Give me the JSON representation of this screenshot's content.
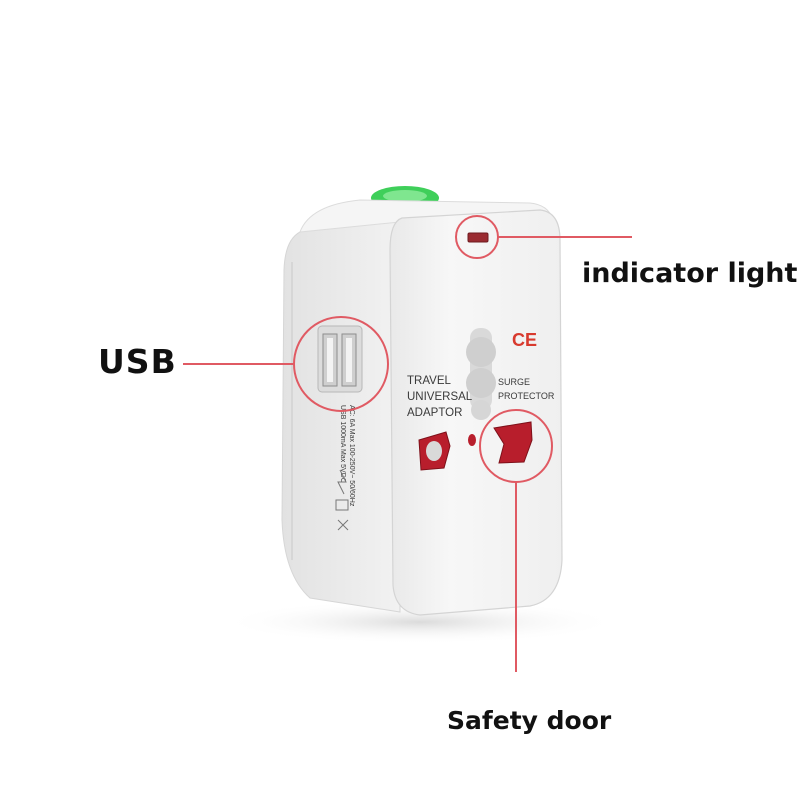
{
  "callouts": {
    "usb": "USB",
    "indicator": "indicator light",
    "safety": "Safety door"
  },
  "device_markings": {
    "ce": "CE",
    "travel_lines": [
      "TRAVEL",
      "UNIVERSAL",
      "ADAPTOR"
    ],
    "surge_lines": [
      "SURGE",
      "PROTECTOR"
    ],
    "side_lines": [
      "AC: 6A Max  100-250V~  50/60Hz",
      "USB 1000mA Max  5VDC"
    ]
  },
  "colors": {
    "callout_line": "#e05a63",
    "body": "#f3f3f3",
    "socket_red": "#b81e2c",
    "top_button": "#3fcf5a"
  }
}
